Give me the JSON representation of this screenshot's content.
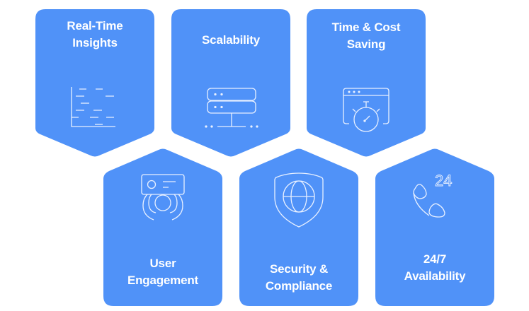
{
  "colors": {
    "card": "#5092f8",
    "text": "#ffffff",
    "icon_stroke": "#e8f0ff",
    "background": "#ffffff"
  },
  "cards": [
    {
      "id": "real-time-insights",
      "title_line1": "Real-Time",
      "title_line2": "Insights",
      "icon": "scatter-chart-icon",
      "shape": "pointing-down"
    },
    {
      "id": "scalability",
      "title_line1": "Scalability",
      "title_line2": "",
      "icon": "server-stack-icon",
      "shape": "pointing-down"
    },
    {
      "id": "time-cost-saving",
      "title_line1": "Time & Cost",
      "title_line2": "Saving",
      "icon": "browser-stopwatch-icon",
      "shape": "pointing-down"
    },
    {
      "id": "user-engagement",
      "title_line1": "User",
      "title_line2": "Engagement",
      "icon": "user-card-icon",
      "shape": "pointing-up"
    },
    {
      "id": "security-compliance",
      "title_line1": "Security &",
      "title_line2": "Compliance",
      "icon": "shield-globe-icon",
      "shape": "pointing-up"
    },
    {
      "id": "availability",
      "title_line1": "24/7",
      "title_line2": "Availability",
      "icon": "phone-24-icon",
      "icon_text": "24",
      "shape": "pointing-up"
    }
  ]
}
